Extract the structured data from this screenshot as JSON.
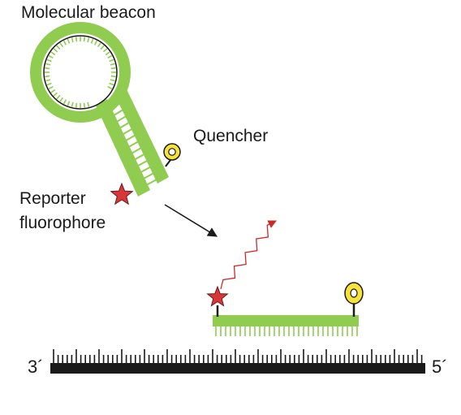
{
  "labels": {
    "title": "Molecular beacon",
    "quencher": "Quencher",
    "reporter_line1": "Reporter",
    "reporter_line2": "fluorophore",
    "end_3": "3´",
    "end_5": "5´"
  },
  "colors": {
    "beacon_green": "#8fcc4f",
    "fluorophore_red": "#d9363a",
    "quencher_yellow": "#f7e23a",
    "emission_red": "#cc2a2a",
    "target_strand": "#1a1a1a"
  },
  "icons": [
    "star-fluorophore-icon",
    "ring-quencher-icon",
    "wavy-emission-arrow-icon",
    "transition-arrow-icon"
  ]
}
